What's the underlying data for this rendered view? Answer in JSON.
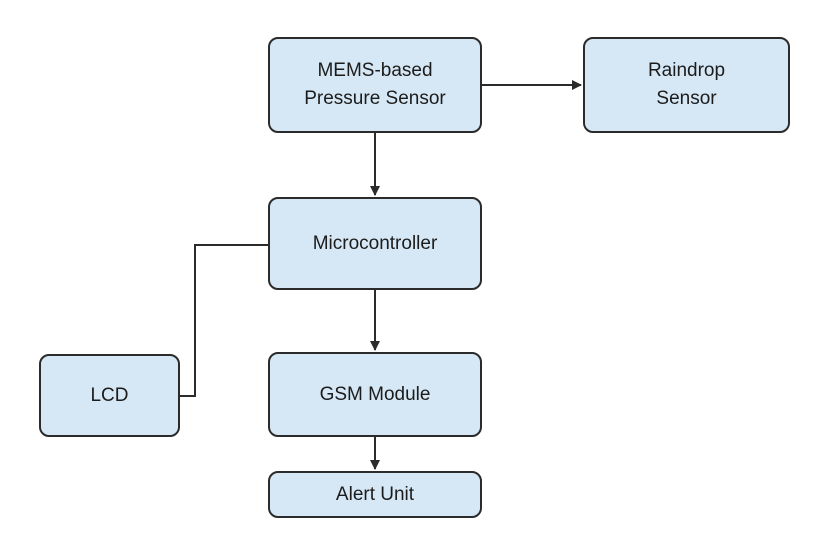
{
  "diagram": {
    "nodes": {
      "mems": {
        "label": "MEMS-based\nPressure Sensor"
      },
      "raindrop": {
        "label": "Raindrop\nSensor"
      },
      "micro": {
        "label": "Microcontroller"
      },
      "lcd": {
        "label": "LCD"
      },
      "gsm": {
        "label": "GSM Module"
      },
      "alert": {
        "label": "Alert Unit"
      }
    },
    "edges": [
      {
        "from": "mems",
        "to": "raindrop",
        "arrow": true
      },
      {
        "from": "mems",
        "to": "micro",
        "arrow": true
      },
      {
        "from": "micro",
        "to": "lcd",
        "arrow": false
      },
      {
        "from": "micro",
        "to": "gsm",
        "arrow": true
      },
      {
        "from": "gsm",
        "to": "alert",
        "arrow": true
      }
    ],
    "colors": {
      "box_fill": "#d6e8f5",
      "stroke": "#2b2b2b",
      "text": "#1c1c1c"
    }
  }
}
